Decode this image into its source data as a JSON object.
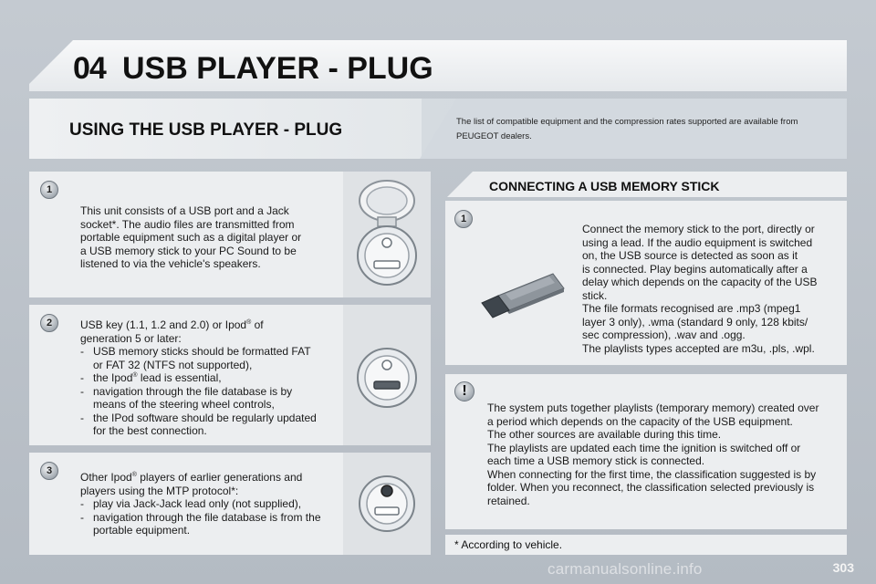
{
  "header": {
    "chapter_number": "04",
    "chapter_title": "USB PLAYER - PLUG"
  },
  "section": {
    "title": "USING THE USB PLAYER - PLUG",
    "compat_note": [
      "The list of compatible equipment and the compression rates supported are available from",
      "PEUGEOT dealers."
    ]
  },
  "panel1": {
    "badge": "1",
    "lines": [
      "This unit consists of a USB port and a Jack",
      "socket*. The audio files are transmitted from",
      "portable equipment such as a digital player or",
      "a USB memory stick to your PC Sound to be",
      "listened to via the vehicle's speakers."
    ]
  },
  "panel2": {
    "badge": "2",
    "intro_a": "USB key (1.1, 1.2 and 2.0) or Ipod",
    "intro_reg": "®",
    "intro_b": " of",
    "intro_line2": "generation 5 or later:",
    "bullet1_a": "USB memory sticks should be formatted FAT",
    "bullet1_b": "or FAT 32 (NTFS not supported),",
    "bullet2_a": "the Ipod",
    "bullet2_reg": "®",
    "bullet2_b": " lead is essential,",
    "bullet3_a": "navigation through the file database is by",
    "bullet3_b": "means of the steering wheel controls,",
    "bullet4_a": "the IPod software should be regularly updated",
    "bullet4_b": "for the best connection.",
    "dash": "-"
  },
  "panel3": {
    "badge": "3",
    "intro_a": "Other Ipod",
    "intro_reg": "®",
    "intro_b": " players of earlier generations and",
    "intro_line2": "players using the MTP protocol*:",
    "bullet1": "play via Jack-Jack lead only (not supplied),",
    "bullet2_a": "navigation through the file database is from the",
    "bullet2_b": "portable equipment.",
    "dash": "-"
  },
  "connect": {
    "title": "CONNECTING A USB MEMORY STICK",
    "badge": "1",
    "lines": [
      "Connect the memory stick to the port, directly or",
      "using a lead. If the audio equipment is switched",
      "on, the USB source is detected as soon as it",
      "is connected. Play begins automatically after a",
      "delay which depends on the capacity of the USB",
      "stick.",
      "The file formats recognised are .mp3 (mpeg1",
      "layer 3 only), .wma (standard 9 only, 128 kbits/",
      "sec compression), .wav and .ogg.",
      "The playlists types accepted are m3u, .pls, .wpl."
    ]
  },
  "warning": {
    "icon_glyph": "!",
    "lines": [
      "The system puts together playlists (temporary memory) created over",
      "a period which depends on the capacity of the USB equipment.",
      "The other sources are available during this time.",
      "The playlists are updated each time the ignition is switched off or",
      "each time a USB memory stick is connected.",
      "When connecting for the first time, the classification suggested is by",
      "folder. When you reconnect, the classification selected previously is",
      "retained."
    ]
  },
  "footnote": "* According to vehicle.",
  "page_number": "303",
  "watermark": "carmanualsonline.info",
  "colors": {
    "background": "#b9bfc6",
    "panel": "#eceef0",
    "image_area": "#dfe2e5",
    "text": "#1a1a1a"
  }
}
